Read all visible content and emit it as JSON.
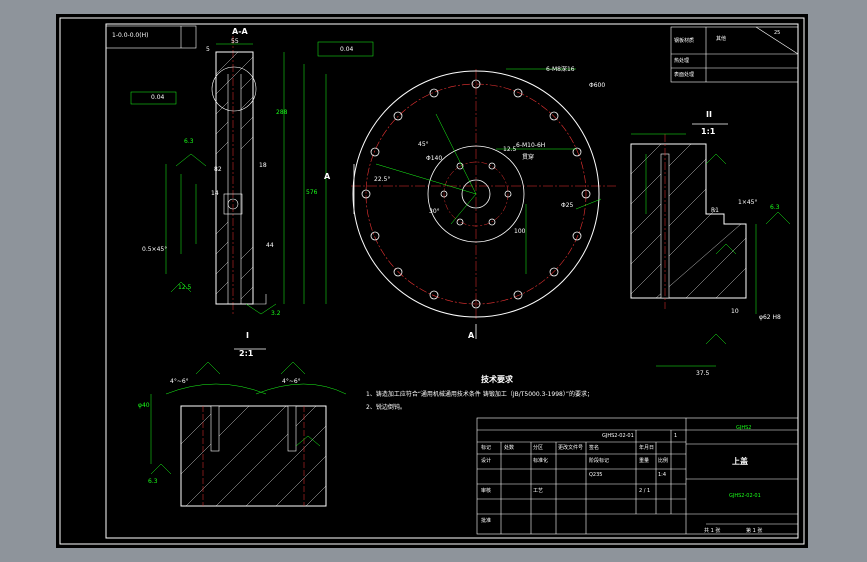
{
  "drawing": {
    "section_label": "A-A",
    "detail_label": "I",
    "detail_scale": "2:1",
    "view2_label": "II",
    "view2_scale": "1:1",
    "view_arrow_a": "A",
    "notes_title": "技术要求",
    "note_1": "1、铸造加工应符合“通用机械通用技术条件 铸锻加工（JB/T5000.3-1998）”的要求；",
    "note_2": "2、锐边倒钝。",
    "ref_code_box": "1-0.0-0.0(H)",
    "dims": {
      "d1": "55",
      "d2": "5",
      "d3": "288",
      "d4": "0.04",
      "d5": "0.04",
      "d6": "6.3",
      "d7": "82",
      "d8": "18",
      "d9": "14",
      "d10": "0.5×45°",
      "d11": "12.5",
      "d12": "44",
      "d13": "3.2",
      "d14": "576",
      "d15": "6-M8深16",
      "d16": "Φ600",
      "d17": "45°",
      "d18": "22.5°",
      "d19": "Φ140",
      "d20": "30°",
      "d21": "6-M10-6H",
      "d22": "贯穿",
      "d23": "Φ25",
      "d24": "12.5",
      "d25": "100",
      "d26": "R1",
      "d27": "1×45°",
      "d28": "37.5",
      "d29": "10",
      "d30": "φ62 H8",
      "d31": "6.3",
      "d32": "φ40",
      "d33": "4°~6°",
      "d34": "6.3"
    },
    "title_block": {
      "material": "其他",
      "material_value": "25",
      "row1": "钢板材质",
      "row2": "热处理",
      "row3": "表面处理",
      "drawing_no": "GJHS2-02-01",
      "part_name": "上盖",
      "std_code": "GJHS2",
      "qty": "1",
      "scale": "1:4",
      "sheet": "2 / 1",
      "mark": "Q235",
      "f1": "标记",
      "f2": "处数",
      "f3": "分区",
      "f4": "更改文件号",
      "f5": "签名",
      "f6": "年月日",
      "f7": "设计",
      "f8": "标准化",
      "f9": "阶段标记",
      "f10": "重量",
      "f11": "比例",
      "f12": "审核",
      "f13": "工艺",
      "f14": "批准",
      "f15": "共 1 张",
      "f16": "第 1 张"
    }
  }
}
